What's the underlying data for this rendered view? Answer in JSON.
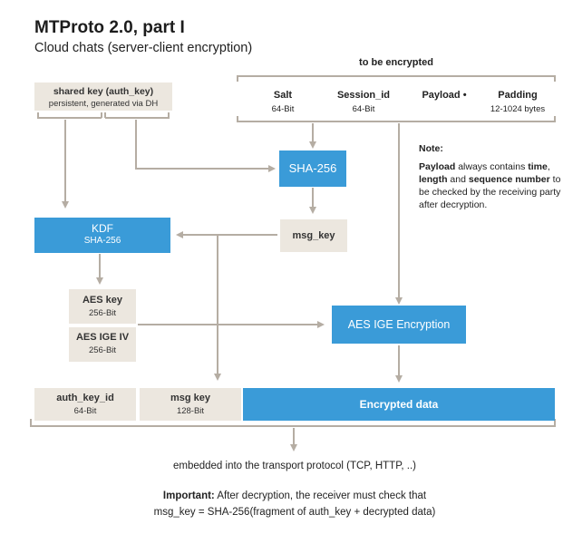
{
  "header": {
    "title": "MTProto 2.0, part I",
    "subtitle": "Cloud chats (server-client encryption)"
  },
  "encrypted_group": {
    "label": "to be encrypted",
    "fields": [
      {
        "name": "Salt",
        "size": "64-Bit"
      },
      {
        "name": "Session_id",
        "size": "64-Bit"
      },
      {
        "name": "Payload •",
        "size": ""
      },
      {
        "name": "Padding",
        "size": "12-1024 bytes"
      }
    ]
  },
  "shared_key": {
    "title": "shared key (auth_key)",
    "desc": "persistent, generated via DH"
  },
  "sha256": "SHA-256",
  "kdf": {
    "title": "KDF",
    "sub": "SHA-256"
  },
  "msg_key_box": "msg_key",
  "aes_key": {
    "title": "AES key",
    "sub": "256-Bit"
  },
  "aes_iv": {
    "title": "AES IGE IV",
    "sub": "256-Bit"
  },
  "aes_enc": "AES IGE Encryption",
  "note": {
    "heading": "Note:",
    "pre": "Payload",
    "mid1": " always contains ",
    "time": "time",
    "comma": ",",
    "length": "length",
    "and": " and ",
    "seq": "sequence number",
    "post": " to be checked by the receiving party after decryption."
  },
  "bottom_row": {
    "auth_key_id": {
      "title": "auth_key_id",
      "sub": "64-Bit"
    },
    "msg_key": {
      "title": "msg key",
      "sub": "128-Bit"
    },
    "encrypted": "Encrypted data"
  },
  "footer": {
    "embedded": "embedded into the transport protocol (TCP, HTTP, ..)",
    "important_label": "Important:",
    "important_text": " After decryption, the receiver must check that",
    "formula": "msg_key = SHA-256(fragment of auth_key + decrypted data)"
  },
  "colors": {
    "blue": "#3a9bd8",
    "beige": "#ece7df",
    "line": "#b5ada3"
  }
}
